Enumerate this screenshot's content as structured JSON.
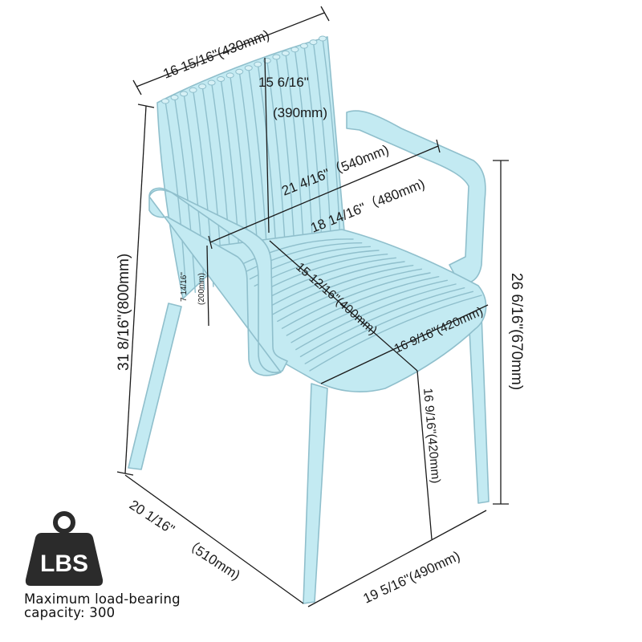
{
  "dimensions": {
    "backrest_top_width": "16 15/16\"(430mm)",
    "backrest_height_in": "15 6/16\"",
    "backrest_height_mm": "(390mm)",
    "armrest_outer_width": "21 4/16\"（540mm)",
    "armrest_inner_width": "18 14/16\"（480mm)",
    "armrest_height_in": "7 14/16\"",
    "armrest_height_mm": "(200mm)",
    "seat_depth": "15 12/16\"(400mm)",
    "seat_front_width": "16 9/16\"(420mm)",
    "seat_height": "16 9/16\"(420mm)",
    "total_height": "31 8/16\"(800mm)",
    "arm_height": "26 6/16\"(670mm)",
    "base_depth_in": "20 1/16\"",
    "base_depth_mm": "（510mm)",
    "base_width": "19 5/16\"(490mm)"
  },
  "badge": {
    "label": "LBS",
    "icon": "weight-icon",
    "color": "#2b2b2b"
  },
  "caption": "Maximum load-bearing capacity: 300",
  "colors": {
    "chair_fill": "#c3eaf2",
    "chair_stroke": "#8fbfcc"
  }
}
